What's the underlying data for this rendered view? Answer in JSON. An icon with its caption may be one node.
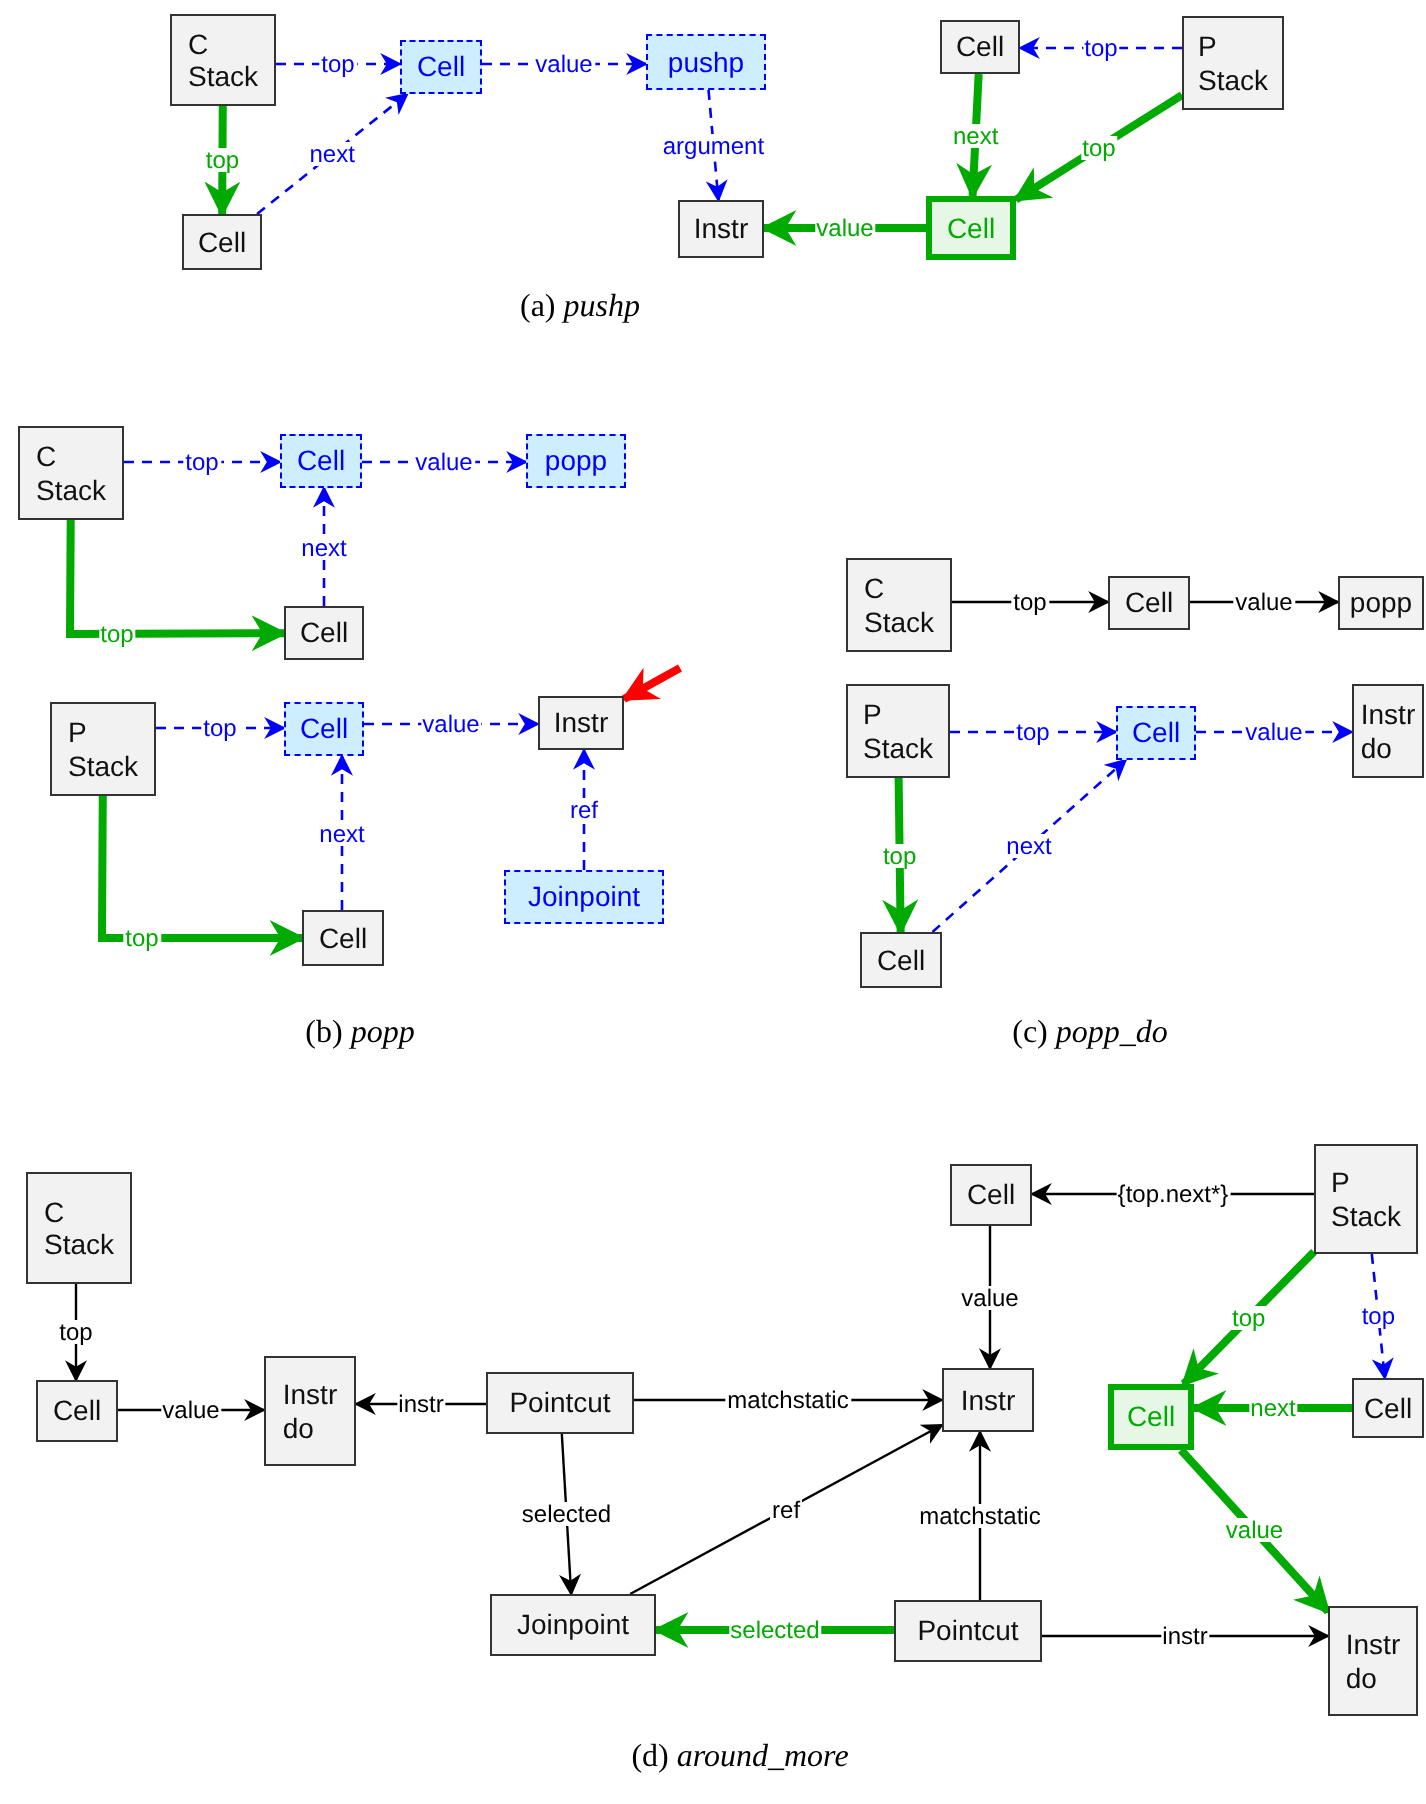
{
  "diagram": {
    "nodes": [
      {
        "text": [
          "C Stack"
        ]
      },
      {
        "text": [
          "Cell"
        ]
      },
      {
        "text": [
          "pushp"
        ]
      },
      {
        "text": [
          "Cell"
        ]
      },
      {
        "text": [
          "Instr"
        ]
      },
      {
        "text": [
          "Cell"
        ]
      },
      {
        "text": [
          "P Stack"
        ]
      },
      {
        "text": [
          "Cell"
        ]
      },
      {
        "text": [
          "C Stack"
        ]
      },
      {
        "text": [
          "Cell"
        ]
      },
      {
        "text": [
          "popp"
        ]
      },
      {
        "text": [
          "Cell"
        ]
      },
      {
        "text": [
          "P Stack"
        ]
      },
      {
        "text": [
          "Cell"
        ]
      },
      {
        "text": [
          "Instr"
        ]
      },
      {
        "text": [
          "Joinpoint"
        ]
      },
      {
        "text": [
          "Cell"
        ]
      },
      {
        "text": [
          "C Stack"
        ]
      },
      {
        "text": [
          "Cell"
        ]
      },
      {
        "text": [
          "popp"
        ]
      },
      {
        "text": [
          "P Stack"
        ]
      },
      {
        "text": [
          "Cell"
        ]
      },
      {
        "text": [
          "Instr do"
        ]
      },
      {
        "text": [
          "Cell"
        ]
      },
      {
        "text": [
          "C Stack"
        ]
      },
      {
        "text": [
          "Cell"
        ]
      },
      {
        "text": [
          "Instr do"
        ]
      },
      {
        "text": [
          "Pointcut"
        ]
      },
      {
        "text": [
          "Cell"
        ]
      },
      {
        "text": [
          "Instr"
        ]
      },
      {
        "text": [
          "Joinpoint"
        ]
      },
      {
        "text": [
          "Pointcut"
        ]
      },
      {
        "text": [
          "P Stack"
        ]
      },
      {
        "text": [
          "Cell"
        ]
      },
      {
        "text": [
          "Cell"
        ]
      },
      {
        "text": [
          "Instr do"
        ]
      }
    ],
    "edges": [
      {
        "from": 0,
        "to": 1,
        "label": "top",
        "arrow": "to",
        "style": "dashed",
        "color": "#0000ff"
      },
      {
        "from": 1,
        "to": 2,
        "label": "value",
        "arrow": "to",
        "style": "dashed",
        "color": "#0000ff"
      },
      {
        "from": 0,
        "to": 3,
        "label": "top",
        "arrow": "to",
        "style": "thick",
        "color": "#00aa00"
      },
      {
        "from": 3,
        "to": 1,
        "label": "next",
        "arrow": "to",
        "style": "dashed",
        "color": "#0000ff"
      },
      {
        "from": 2,
        "to": 4,
        "label": "argument",
        "arrow": "to",
        "style": "dashed",
        "color": "#0000ff"
      },
      {
        "from": 6,
        "to": 5,
        "label": "top",
        "arrow": "to",
        "style": "dashed",
        "color": "#0000ff"
      },
      {
        "from": 5,
        "to": 7,
        "label": "next",
        "arrow": "to",
        "style": "thick",
        "color": "#00aa00"
      },
      {
        "from": 6,
        "to": 7,
        "label": "top",
        "arrow": "to",
        "style": "thick",
        "color": "#00aa00"
      },
      {
        "from": 7,
        "to": 4,
        "label": "value",
        "arrow": "to",
        "style": "thick",
        "color": "#00aa00"
      },
      {
        "from": 8,
        "to": 9,
        "label": "top",
        "arrow": "to",
        "style": "dashed",
        "color": "#0000ff"
      },
      {
        "from": 9,
        "to": 10,
        "label": "value",
        "arrow": "to",
        "style": "dashed",
        "color": "#0000ff"
      },
      {
        "from": 8,
        "to": 11,
        "label": "top",
        "arrow": "to",
        "style": "thick",
        "color": "#00aa00"
      },
      {
        "from": 11,
        "to": 9,
        "label": "next",
        "arrow": "to",
        "style": "dashed",
        "color": "#0000ff"
      },
      {
        "from": 12,
        "to": 13,
        "label": "top",
        "arrow": "to",
        "style": "dashed",
        "color": "#0000ff"
      },
      {
        "from": 13,
        "to": 14,
        "label": "value",
        "arrow": "to",
        "style": "dashed",
        "color": "#0000ff"
      },
      {
        "from": 15,
        "to": 14,
        "label": "ref",
        "arrow": "to",
        "style": "dashed",
        "color": "#0000ff"
      },
      {
        "from": 12,
        "to": 16,
        "label": "top",
        "arrow": "to",
        "style": "thick",
        "color": "#00aa00"
      },
      {
        "from": 16,
        "to": 13,
        "label": "next",
        "arrow": "to",
        "style": "dashed",
        "color": "#0000ff"
      },
      {
        "from": null,
        "to": 14,
        "arrow": "to",
        "style": "thick",
        "color": "#ff0000"
      },
      {
        "from": 17,
        "to": 18,
        "label": "top",
        "arrow": "to",
        "color": "#000000"
      },
      {
        "from": 18,
        "to": 19,
        "label": "value",
        "arrow": "to",
        "color": "#000000"
      },
      {
        "from": 20,
        "to": 21,
        "label": "top",
        "arrow": "to",
        "style": "dashed",
        "color": "#0000ff"
      },
      {
        "from": 21,
        "to": 22,
        "label": "value",
        "arrow": "to",
        "style": "dashed",
        "color": "#0000ff"
      },
      {
        "from": 20,
        "to": 23,
        "label": "top",
        "arrow": "to",
        "style": "thick",
        "color": "#00aa00"
      },
      {
        "from": 23,
        "to": 21,
        "label": "next",
        "arrow": "to",
        "style": "dashed",
        "color": "#0000ff"
      },
      {
        "from": 24,
        "to": 25,
        "label": "top",
        "arrow": "to",
        "color": "#000000"
      },
      {
        "from": 25,
        "to": 26,
        "label": "value",
        "arrow": "to",
        "color": "#000000"
      },
      {
        "from": 27,
        "to": 26,
        "label": "instr",
        "arrow": "to",
        "color": "#000000"
      },
      {
        "from": 27,
        "to": 29,
        "label": "matchstatic",
        "arrow": "to",
        "color": "#000000"
      },
      {
        "from": 27,
        "to": 30,
        "label": "selected",
        "arrow": "to",
        "color": "#000000"
      },
      {
        "from": 30,
        "to": 29,
        "label": "ref",
        "arrow": "to",
        "color": "#000000"
      },
      {
        "from": 28,
        "to": 29,
        "label": "value",
        "arrow": "to",
        "color": "#000000"
      },
      {
        "from": 32,
        "to": 28,
        "label": "{top.next*}",
        "arrow": "to",
        "color": "#000000"
      },
      {
        "from": 31,
        "to": 29,
        "label": "matchstatic",
        "arrow": "to",
        "color": "#000000"
      },
      {
        "from": 31,
        "to": 30,
        "label": "selected",
        "arrow": "to",
        "style": "thick",
        "color": "#00aa00"
      },
      {
        "from": 31,
        "to": 35,
        "label": "instr",
        "arrow": "to",
        "color": "#000000"
      },
      {
        "from": 32,
        "to": 33,
        "label": "top",
        "arrow": "to",
        "style": "thick",
        "color": "#00aa00"
      },
      {
        "from": 32,
        "to": 34,
        "label": "top",
        "arrow": "to",
        "style": "dashed",
        "color": "#0000ff"
      },
      {
        "from": 34,
        "to": 33,
        "label": "next",
        "arrow": "to",
        "style": "thick",
        "color": "#00aa00"
      },
      {
        "from": 33,
        "to": 35,
        "label": "value",
        "arrow": "to",
        "style": "thick",
        "color": "#00aa00"
      }
    ],
    "labels": [
      "(a) *pushp*",
      "(b) *popp*",
      "(c) *popp_do*",
      "(d) *around_more*"
    ]
  }
}
